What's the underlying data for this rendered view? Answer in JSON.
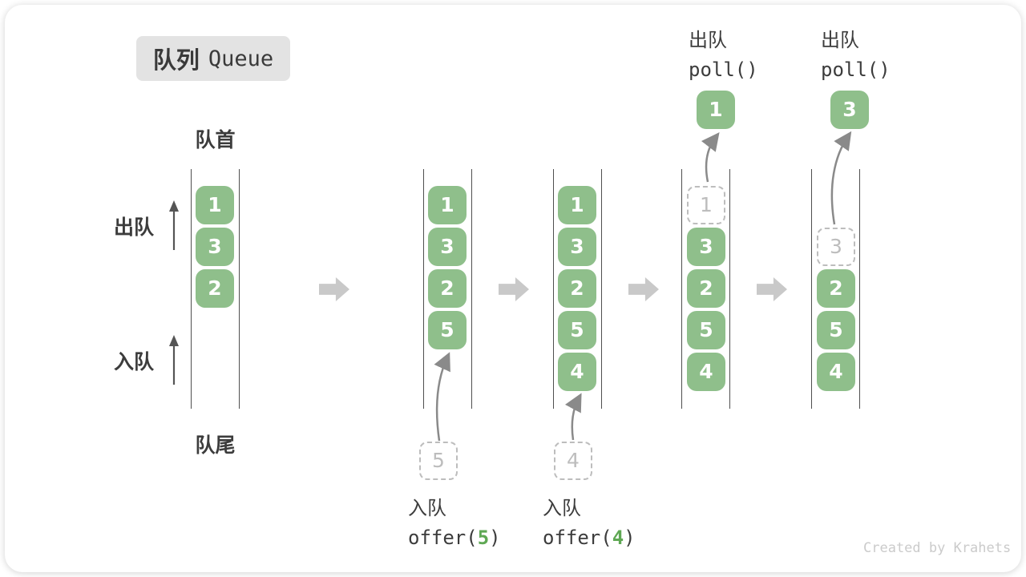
{
  "title": {
    "zh": "队列",
    "en": "Queue"
  },
  "labels": {
    "front": "队首",
    "rear": "队尾",
    "dequeue_side": "出队",
    "enqueue_side": "入队"
  },
  "queues": {
    "state1": {
      "cells": [
        "1",
        "3",
        "2"
      ]
    },
    "state2": {
      "cells": [
        "1",
        "3",
        "2",
        "5"
      ],
      "incoming": "5"
    },
    "state3": {
      "cells": [
        "1",
        "3",
        "2",
        "5",
        "4"
      ],
      "incoming": "4"
    },
    "state4": {
      "removed": "1",
      "cells": [
        "3",
        "2",
        "5",
        "4"
      ],
      "dequeued": "1"
    },
    "state5": {
      "removed": "3",
      "cells": [
        "2",
        "5",
        "4"
      ],
      "dequeued": "3"
    }
  },
  "operations": {
    "offer5": {
      "label": "入队",
      "fn": "offer(",
      "arg": "5",
      "close": ")"
    },
    "offer4": {
      "label": "入队",
      "fn": "offer(",
      "arg": "4",
      "close": ")"
    },
    "poll1": {
      "label": "出队",
      "code": "poll()"
    },
    "poll2": {
      "label": "出队",
      "code": "poll()"
    }
  },
  "watermark": "Created by Krahets",
  "colors": {
    "cell_green": "#8FBF8B",
    "arg_green": "#5FA854",
    "dashed_grey": "#BDBDBD",
    "block_arrow_grey": "#C9C9C9",
    "wall_grey": "#4F4F4F",
    "text_dark": "#3C3C3C",
    "badge_grey": "#E3E3E3",
    "watermark_grey": "#CBCBCB"
  }
}
